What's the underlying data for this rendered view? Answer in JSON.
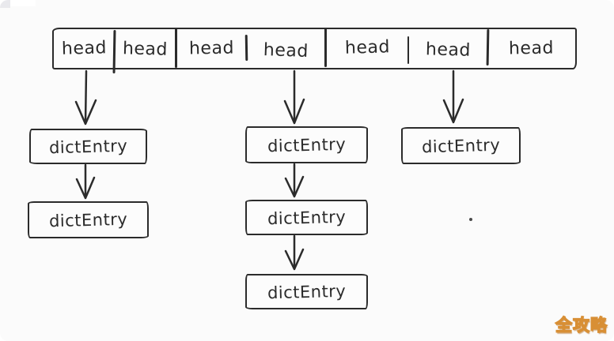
{
  "diagram": {
    "description": "hand-drawn hash table with dictEntry chains",
    "hash_table": {
      "cells": [
        {
          "label": "head"
        },
        {
          "label": "head"
        },
        {
          "label": "head"
        },
        {
          "label": "head"
        },
        {
          "label": "head"
        },
        {
          "label": "head"
        },
        {
          "label": "head"
        }
      ]
    },
    "columns": [
      {
        "source_cell_index": 0,
        "entries": [
          {
            "label": "dictEntry"
          },
          {
            "label": "dictEntry"
          }
        ]
      },
      {
        "source_cell_index": 3,
        "entries": [
          {
            "label": "dictEntry"
          },
          {
            "label": "dictEntry"
          },
          {
            "label": "dictEntry"
          }
        ]
      },
      {
        "source_cell_index": 5,
        "entries": [
          {
            "label": "dictEntry"
          }
        ]
      }
    ]
  },
  "watermark": {
    "text": "全攻略",
    "color": "#d88f35"
  },
  "colors": {
    "ink": "#2b2b2b",
    "background": "#fbfbfb"
  }
}
